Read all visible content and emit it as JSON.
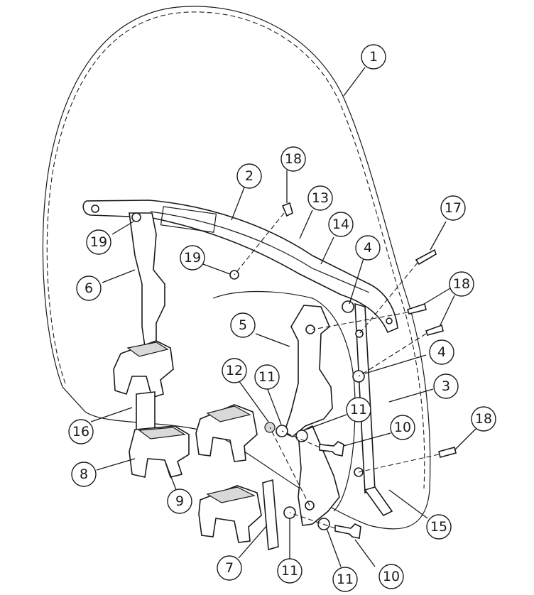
{
  "callouts": [
    {
      "label": "1"
    },
    {
      "label": "2"
    },
    {
      "label": "3"
    },
    {
      "label": "4"
    },
    {
      "label": "4"
    },
    {
      "label": "5"
    },
    {
      "label": "6"
    },
    {
      "label": "7"
    },
    {
      "label": "8"
    },
    {
      "label": "9"
    },
    {
      "label": "10"
    },
    {
      "label": "10"
    },
    {
      "label": "11"
    },
    {
      "label": "11"
    },
    {
      "label": "11"
    },
    {
      "label": "11"
    },
    {
      "label": "12"
    },
    {
      "label": "13"
    },
    {
      "label": "14"
    },
    {
      "label": "15"
    },
    {
      "label": "16"
    },
    {
      "label": "17"
    },
    {
      "label": "18"
    },
    {
      "label": "18"
    },
    {
      "label": "18"
    },
    {
      "label": "19"
    },
    {
      "label": "19"
    }
  ]
}
